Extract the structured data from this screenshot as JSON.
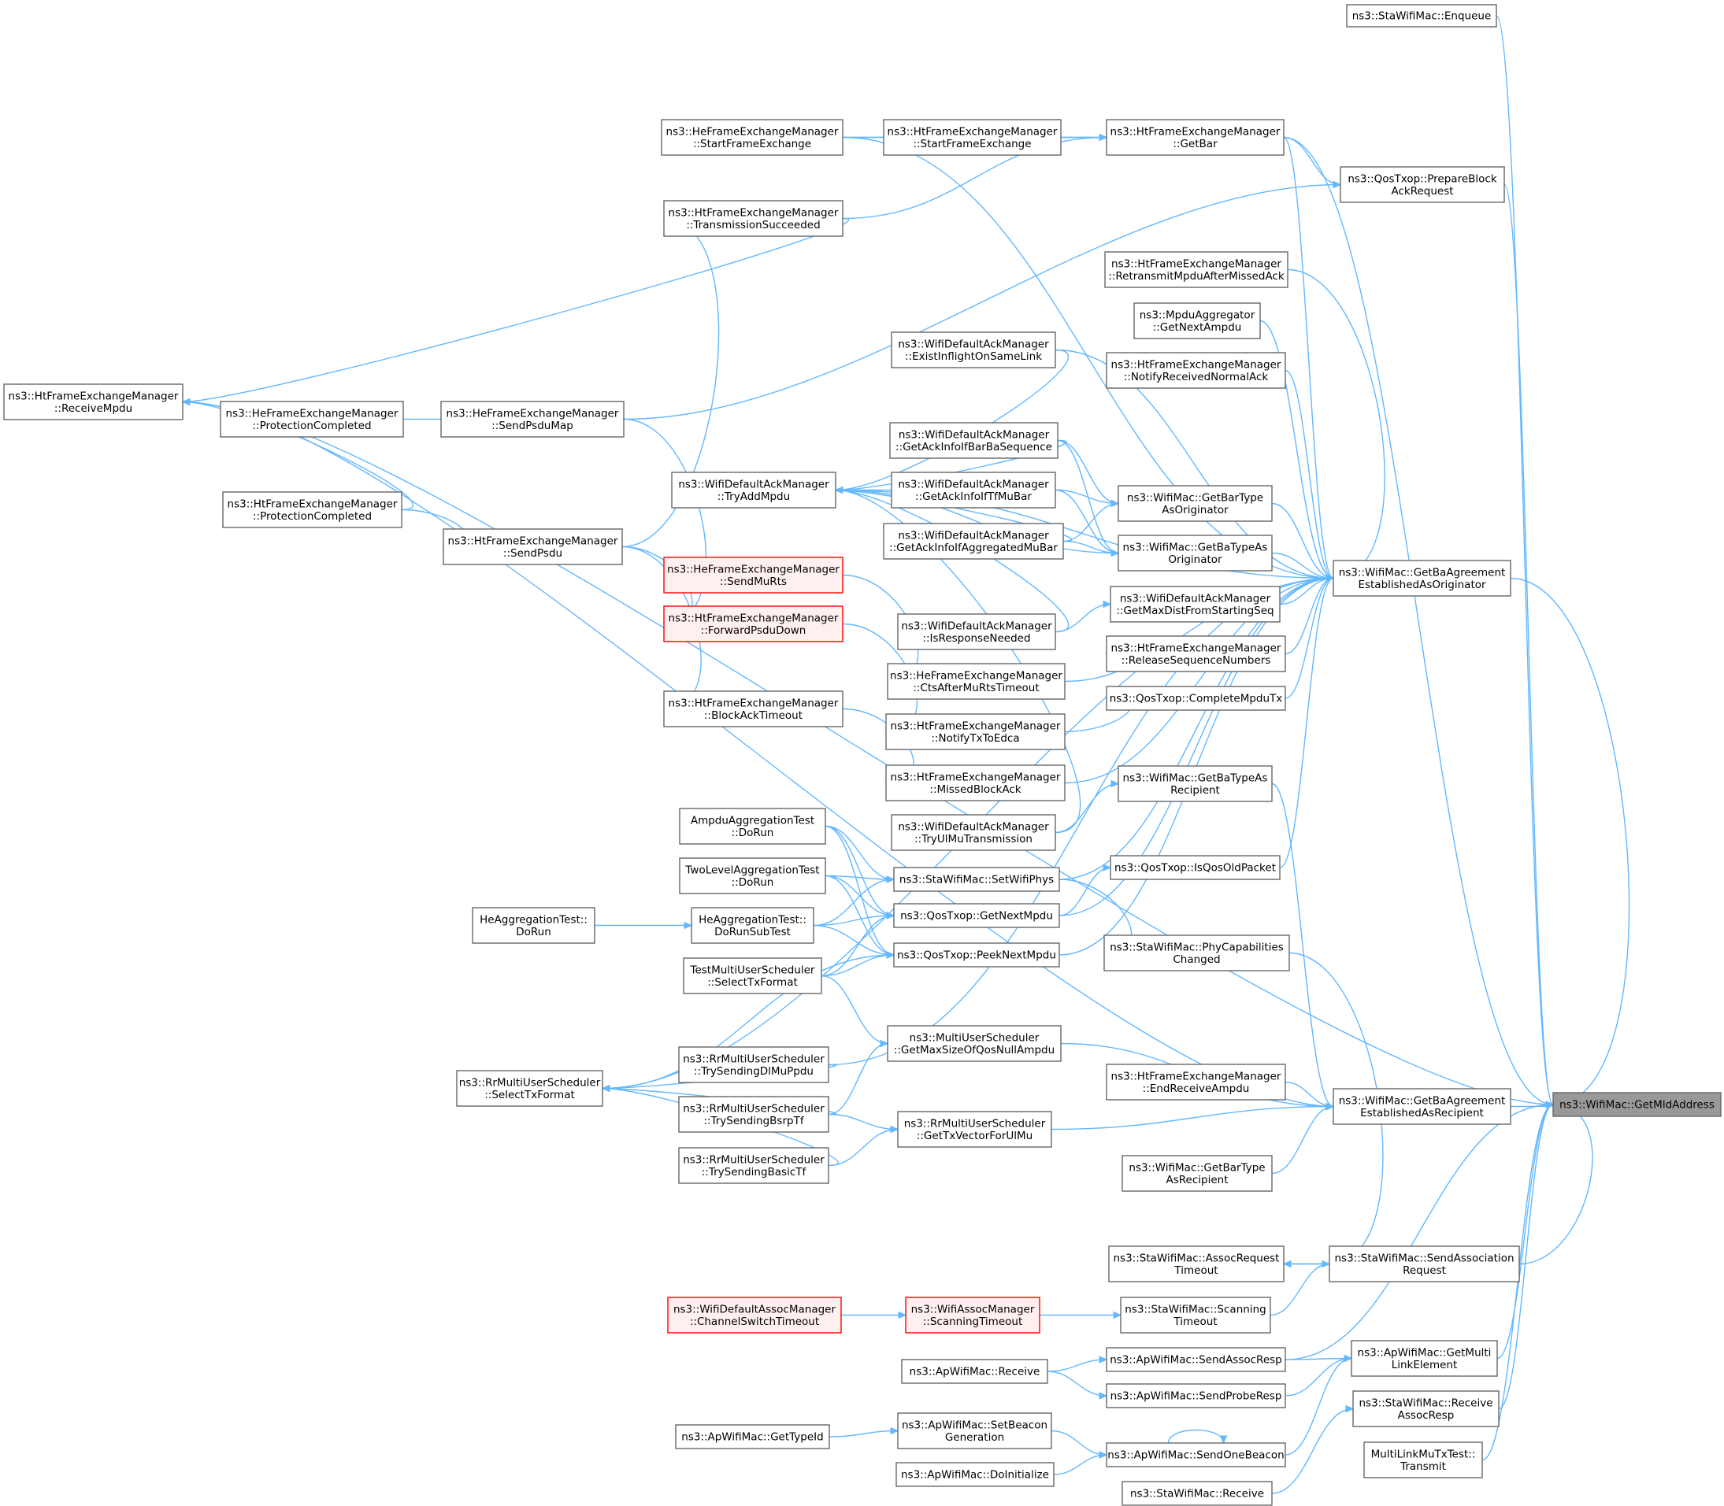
{
  "colors": {
    "edge": "#63b8ff",
    "node_border": "#666666",
    "node_fill": "#ffffff",
    "highlight_fill": "#999999",
    "missing_border": "#ff0000",
    "missing_fill": "#fff0f0"
  },
  "nodes": [
    {
      "id": "target",
      "lines": [
        "ns3::WifiMac::GetMldAddress"
      ],
      "style": "focus"
    },
    {
      "id": "enqueue",
      "lines": [
        "ns3::StaWifiMac::Enqueue"
      ]
    },
    {
      "id": "prepareBAR",
      "lines": [
        "ns3::QosTxop::PrepareBlock",
        "AckRequest"
      ]
    },
    {
      "id": "estOrig",
      "lines": [
        "ns3::WifiMac::GetBaAgreement",
        "EstablishedAsOriginator"
      ]
    },
    {
      "id": "estRecip",
      "lines": [
        "ns3::WifiMac::GetBaAgreement",
        "EstablishedAsRecipient"
      ]
    },
    {
      "id": "sendAssocReq",
      "lines": [
        "ns3::StaWifiMac::SendAssociation",
        "Request"
      ]
    },
    {
      "id": "getMultiLink",
      "lines": [
        "ns3::ApWifiMac::GetMulti",
        "LinkElement"
      ]
    },
    {
      "id": "recvAssocResp",
      "lines": [
        "ns3::StaWifiMac::Receive",
        "AssocResp"
      ]
    },
    {
      "id": "mlTransmit",
      "lines": [
        "MultiLinkMuTxTest::",
        "Transmit"
      ]
    },
    {
      "id": "getBar",
      "lines": [
        "ns3::HtFrameExchangeManager",
        "::GetBar"
      ]
    },
    {
      "id": "retransmit",
      "lines": [
        "ns3::HtFrameExchangeManager",
        "::RetransmitMpduAfterMissedAck"
      ]
    },
    {
      "id": "getNextAmpdu",
      "lines": [
        "ns3::MpduAggregator",
        "::GetNextAmpdu"
      ]
    },
    {
      "id": "notifyNormalAck",
      "lines": [
        "ns3::HtFrameExchangeManager",
        "::NotifyReceivedNormalAck"
      ]
    },
    {
      "id": "barTypeOrig",
      "lines": [
        "ns3::WifiMac::GetBarType",
        "AsOriginator"
      ]
    },
    {
      "id": "baTypeOrig",
      "lines": [
        "ns3::WifiMac::GetBaTypeAs",
        "Originator"
      ]
    },
    {
      "id": "maxDist",
      "lines": [
        "ns3::WifiDefaultAckManager",
        "::GetMaxDistFromStartingSeq"
      ]
    },
    {
      "id": "releaseSeq",
      "lines": [
        "ns3::HtFrameExchangeManager",
        "::ReleaseSequenceNumbers"
      ]
    },
    {
      "id": "completeMpduTx",
      "lines": [
        "ns3::QosTxop::CompleteMpduTx"
      ]
    },
    {
      "id": "baTypeRecip",
      "lines": [
        "ns3::WifiMac::GetBaTypeAs",
        "Recipient"
      ]
    },
    {
      "id": "isQosOld",
      "lines": [
        "ns3::QosTxop::IsQosOldPacket"
      ]
    },
    {
      "id": "phyCap",
      "lines": [
        "ns3::StaWifiMac::PhyCapabilities",
        "Changed"
      ]
    },
    {
      "id": "endRecvAmpdu",
      "lines": [
        "ns3::HtFrameExchangeManager",
        "::EndReceiveAmpdu"
      ]
    },
    {
      "id": "barTypeRecip",
      "lines": [
        "ns3::WifiMac::GetBarType",
        "AsRecipient"
      ]
    },
    {
      "id": "assocReqTimeout",
      "lines": [
        "ns3::StaWifiMac::AssocRequest",
        "Timeout"
      ]
    },
    {
      "id": "scanTimeout",
      "lines": [
        "ns3::StaWifiMac::Scanning",
        "Timeout"
      ]
    },
    {
      "id": "sendAssocResp",
      "lines": [
        "ns3::ApWifiMac::SendAssocResp"
      ]
    },
    {
      "id": "sendProbeResp",
      "lines": [
        "ns3::ApWifiMac::SendProbeResp"
      ]
    },
    {
      "id": "sendOneBeacon",
      "lines": [
        "ns3::ApWifiMac::SendOneBeacon"
      ]
    },
    {
      "id": "staRecv",
      "lines": [
        "ns3::StaWifiMac::Receive"
      ]
    },
    {
      "id": "htStartFE",
      "lines": [
        "ns3::HtFrameExchangeManager",
        "::StartFrameExchange"
      ]
    },
    {
      "id": "existInflight",
      "lines": [
        "ns3::WifiDefaultAckManager",
        "::ExistInflightOnSameLink"
      ]
    },
    {
      "id": "ackBarBa",
      "lines": [
        "ns3::WifiDefaultAckManager",
        "::GetAckInfoIfBarBaSequence"
      ]
    },
    {
      "id": "ackTfMuBar",
      "lines": [
        "ns3::WifiDefaultAckManager",
        "::GetAckInfoIfTfMuBar"
      ]
    },
    {
      "id": "ackAggMuBar",
      "lines": [
        "ns3::WifiDefaultAckManager",
        "::GetAckInfoIfAggregatedMuBar"
      ]
    },
    {
      "id": "isRespNeeded",
      "lines": [
        "ns3::WifiDefaultAckManager",
        "::IsResponseNeeded"
      ]
    },
    {
      "id": "ctsAfterMuRts",
      "lines": [
        "ns3::HeFrameExchangeManager",
        "::CtsAfterMuRtsTimeout"
      ]
    },
    {
      "id": "notifyTxEdca",
      "lines": [
        "ns3::HtFrameExchangeManager",
        "::NotifyTxToEdca"
      ]
    },
    {
      "id": "missedBA",
      "lines": [
        "ns3::HtFrameExchangeManager",
        "::MissedBlockAck"
      ]
    },
    {
      "id": "tryUlMu",
      "lines": [
        "ns3::WifiDefaultAckManager",
        "::TryUlMuTransmission"
      ]
    },
    {
      "id": "setWifiPhys",
      "lines": [
        "ns3::StaWifiMac::SetWifiPhys"
      ]
    },
    {
      "id": "getNextMpdu",
      "lines": [
        "ns3::QosTxop::GetNextMpdu"
      ]
    },
    {
      "id": "peekNextMpdu",
      "lines": [
        "ns3::QosTxop::PeekNextMpdu"
      ]
    },
    {
      "id": "maxSizeQosNull",
      "lines": [
        "ns3::MultiUserScheduler",
        "::GetMaxSizeOfQosNullAmpdu"
      ]
    },
    {
      "id": "txVectorUlMu",
      "lines": [
        "ns3::RrMultiUserScheduler",
        "::GetTxVectorForUlMu"
      ]
    },
    {
      "id": "wifiScanTimeout",
      "lines": [
        "ns3::WifiAssocManager",
        "::ScanningTimeout"
      ],
      "style": "red"
    },
    {
      "id": "apRecv",
      "lines": [
        "ns3::ApWifiMac::Receive"
      ]
    },
    {
      "id": "setBeaconGen",
      "lines": [
        "ns3::ApWifiMac::SetBeacon",
        "Generation"
      ]
    },
    {
      "id": "doInit",
      "lines": [
        "ns3::ApWifiMac::DoInitialize"
      ]
    },
    {
      "id": "heStartFE",
      "lines": [
        "ns3::HeFrameExchangeManager",
        "::StartFrameExchange"
      ]
    },
    {
      "id": "transSucc",
      "lines": [
        "ns3::HtFrameExchangeManager",
        "::TransmissionSucceeded"
      ]
    },
    {
      "id": "tryAddMpdu",
      "lines": [
        "ns3::WifiDefaultAckManager",
        "::TryAddMpdu"
      ]
    },
    {
      "id": "sendMuRts",
      "lines": [
        "ns3::HeFrameExchangeManager",
        "::SendMuRts"
      ],
      "style": "red"
    },
    {
      "id": "forwardPsdu",
      "lines": [
        "ns3::HtFrameExchangeManager",
        "::ForwardPsduDown"
      ],
      "style": "red"
    },
    {
      "id": "blockAckTimeout",
      "lines": [
        "ns3::HtFrameExchangeManager",
        "::BlockAckTimeout"
      ]
    },
    {
      "id": "ampduTest",
      "lines": [
        "AmpduAggregationTest",
        "::DoRun"
      ]
    },
    {
      "id": "twoLevelTest",
      "lines": [
        "TwoLevelAggregationTest",
        "::DoRun"
      ]
    },
    {
      "id": "heAggSub",
      "lines": [
        "HeAggregationTest::",
        "DoRunSubTest"
      ]
    },
    {
      "id": "testSelectTx",
      "lines": [
        "TestMultiUserScheduler",
        "::SelectTxFormat"
      ]
    },
    {
      "id": "trySendDlMu",
      "lines": [
        "ns3::RrMultiUserScheduler",
        "::TrySendingDlMuPpdu"
      ]
    },
    {
      "id": "trySendBsrp",
      "lines": [
        "ns3::RrMultiUserScheduler",
        "::TrySendingBsrpTf"
      ]
    },
    {
      "id": "trySendBasic",
      "lines": [
        "ns3::RrMultiUserScheduler",
        "::TrySendingBasicTf"
      ]
    },
    {
      "id": "defAssocChanSw",
      "lines": [
        "ns3::WifiDefaultAssocManager",
        "::ChannelSwitchTimeout"
      ],
      "style": "red"
    },
    {
      "id": "apGetTypeId",
      "lines": [
        "ns3::ApWifiMac::GetTypeId"
      ]
    },
    {
      "id": "heSendPsduMap",
      "lines": [
        "ns3::HeFrameExchangeManager",
        "::SendPsduMap"
      ]
    },
    {
      "id": "htSendPsdu",
      "lines": [
        "ns3::HtFrameExchangeManager",
        "::SendPsdu"
      ]
    },
    {
      "id": "heProtComp",
      "lines": [
        "ns3::HeFrameExchangeManager",
        "::ProtectionCompleted"
      ]
    },
    {
      "id": "htProtComp",
      "lines": [
        "ns3::HtFrameExchangeManager",
        "::ProtectionCompleted"
      ]
    },
    {
      "id": "heAggDoRun",
      "lines": [
        "HeAggregationTest::",
        "DoRun"
      ]
    },
    {
      "id": "rrSelectTx",
      "lines": [
        "ns3::RrMultiUserScheduler",
        "::SelectTxFormat"
      ]
    },
    {
      "id": "htRecvMpdu",
      "lines": [
        "ns3::HtFrameExchangeManager",
        "::ReceiveMpdu"
      ]
    }
  ],
  "edges": [
    [
      "enqueue",
      "target"
    ],
    [
      "getBar",
      "target"
    ],
    [
      "prepareBAR",
      "target"
    ],
    [
      "estOrig",
      "target"
    ],
    [
      "estRecip",
      "target"
    ],
    [
      "sendAssocReq",
      "target"
    ],
    [
      "sendAssocResp",
      "target"
    ],
    [
      "getMultiLink",
      "target"
    ],
    [
      "recvAssocResp",
      "target"
    ],
    [
      "mlTransmit",
      "target"
    ],
    [
      "htRecvMpdu",
      "target"
    ],
    [
      "getBar",
      "prepareBAR"
    ],
    [
      "heSendPsduMap",
      "prepareBAR"
    ],
    [
      "getBar",
      "estOrig"
    ],
    [
      "retransmit",
      "estOrig"
    ],
    [
      "getNextAmpdu",
      "estOrig"
    ],
    [
      "notifyNormalAck",
      "estOrig"
    ],
    [
      "barTypeOrig",
      "estOrig"
    ],
    [
      "baTypeOrig",
      "estOrig"
    ],
    [
      "maxDist",
      "estOrig"
    ],
    [
      "releaseSeq",
      "estOrig"
    ],
    [
      "completeMpduTx",
      "estOrig"
    ],
    [
      "isQosOld",
      "estOrig"
    ],
    [
      "existInflight",
      "estOrig"
    ],
    [
      "tryAddMpdu",
      "estOrig"
    ],
    [
      "missedBA",
      "estOrig"
    ],
    [
      "setWifiPhys",
      "estOrig"
    ],
    [
      "getNextMpdu",
      "estOrig"
    ],
    [
      "peekNextMpdu",
      "estOrig"
    ],
    [
      "trySendDlMu",
      "estOrig"
    ],
    [
      "rrSelectTx",
      "estOrig"
    ],
    [
      "heStartFE",
      "estOrig"
    ],
    [
      "baTypeRecip",
      "estRecip"
    ],
    [
      "endRecvAmpdu",
      "estRecip"
    ],
    [
      "barTypeRecip",
      "estRecip"
    ],
    [
      "maxSizeQosNull",
      "estRecip"
    ],
    [
      "txVectorUlMu",
      "estRecip"
    ],
    [
      "htRecvMpdu",
      "estRecip"
    ],
    [
      "assocReqTimeout",
      "sendAssocReq"
    ],
    [
      "scanTimeout",
      "sendAssocReq"
    ],
    [
      "phyCap",
      "sendAssocReq"
    ],
    [
      "sendAssocReq",
      "assocReqTimeout"
    ],
    [
      "sendAssocResp",
      "getMultiLink"
    ],
    [
      "sendProbeResp",
      "getMultiLink"
    ],
    [
      "sendOneBeacon",
      "getMultiLink"
    ],
    [
      "staRecv",
      "recvAssocResp"
    ],
    [
      "htStartFE",
      "getBar"
    ],
    [
      "transSucc",
      "getBar"
    ],
    [
      "heStartFE",
      "getBar"
    ],
    [
      "ackBarBa",
      "barTypeOrig"
    ],
    [
      "ackTfMuBar",
      "barTypeOrig"
    ],
    [
      "ackAggMuBar",
      "barTypeOrig"
    ],
    [
      "ackBarBa",
      "baTypeOrig"
    ],
    [
      "ackTfMuBar",
      "baTypeOrig"
    ],
    [
      "ackAggMuBar",
      "baTypeOrig"
    ],
    [
      "tryAddMpdu",
      "baTypeOrig"
    ],
    [
      "isRespNeeded",
      "maxDist"
    ],
    [
      "ctsAfterMuRts",
      "releaseSeq"
    ],
    [
      "notifyTxEdca",
      "completeMpduTx"
    ],
    [
      "tryUlMu",
      "baTypeRecip"
    ],
    [
      "getNextMpdu",
      "isQosOld"
    ],
    [
      "setWifiPhys",
      "phyCap"
    ],
    [
      "wifiScanTimeout",
      "scanTimeout"
    ],
    [
      "apRecv",
      "sendAssocResp"
    ],
    [
      "apRecv",
      "sendProbeResp"
    ],
    [
      "setBeaconGen",
      "sendOneBeacon"
    ],
    [
      "doInit",
      "sendOneBeacon"
    ],
    [
      "sendOneBeacon",
      "sendOneBeacon"
    ],
    [
      "heStartFE",
      "htStartFE"
    ],
    [
      "htSendPsdu",
      "transSucc"
    ],
    [
      "existInflight",
      "tryAddMpdu"
    ],
    [
      "ackBarBa",
      "tryAddMpdu"
    ],
    [
      "ackTfMuBar",
      "tryAddMpdu"
    ],
    [
      "ackAggMuBar",
      "tryAddMpdu"
    ],
    [
      "isRespNeeded",
      "tryAddMpdu"
    ],
    [
      "tryUlMu",
      "tryAddMpdu"
    ],
    [
      "sendMuRts",
      "ctsAfterMuRts"
    ],
    [
      "forwardPsdu",
      "notifyTxEdca"
    ],
    [
      "blockAckTimeout",
      "missedBA"
    ],
    [
      "ampduTest",
      "setWifiPhys"
    ],
    [
      "twoLevelTest",
      "setWifiPhys"
    ],
    [
      "heAggSub",
      "setWifiPhys"
    ],
    [
      "ampduTest",
      "getNextMpdu"
    ],
    [
      "twoLevelTest",
      "getNextMpdu"
    ],
    [
      "heAggSub",
      "getNextMpdu"
    ],
    [
      "testSelectTx",
      "getNextMpdu"
    ],
    [
      "ampduTest",
      "peekNextMpdu"
    ],
    [
      "twoLevelTest",
      "peekNextMpdu"
    ],
    [
      "heAggSub",
      "peekNextMpdu"
    ],
    [
      "testSelectTx",
      "peekNextMpdu"
    ],
    [
      "rrSelectTx",
      "peekNextMpdu"
    ],
    [
      "testSelectTx",
      "maxSizeQosNull"
    ],
    [
      "trySendBsrp",
      "maxSizeQosNull"
    ],
    [
      "trySendBsrp",
      "txVectorUlMu"
    ],
    [
      "trySendBasic",
      "txVectorUlMu"
    ],
    [
      "defAssocChanSw",
      "wifiScanTimeout"
    ],
    [
      "apGetTypeId",
      "setBeaconGen"
    ],
    [
      "heSendPsduMap",
      "forwardPsdu"
    ],
    [
      "htSendPsdu",
      "forwardPsdu"
    ],
    [
      "htSendPsdu",
      "blockAckTimeout"
    ],
    [
      "heProtComp",
      "heSendPsduMap"
    ],
    [
      "htProtComp",
      "htSendPsdu"
    ],
    [
      "heAggDoRun",
      "heAggSub"
    ],
    [
      "trySendDlMu",
      "rrSelectTx"
    ],
    [
      "trySendBsrp",
      "rrSelectTx"
    ],
    [
      "trySendBasic",
      "rrSelectTx"
    ],
    [
      "transSucc",
      "htRecvMpdu"
    ],
    [
      "htProtComp",
      "htRecvMpdu"
    ]
  ]
}
